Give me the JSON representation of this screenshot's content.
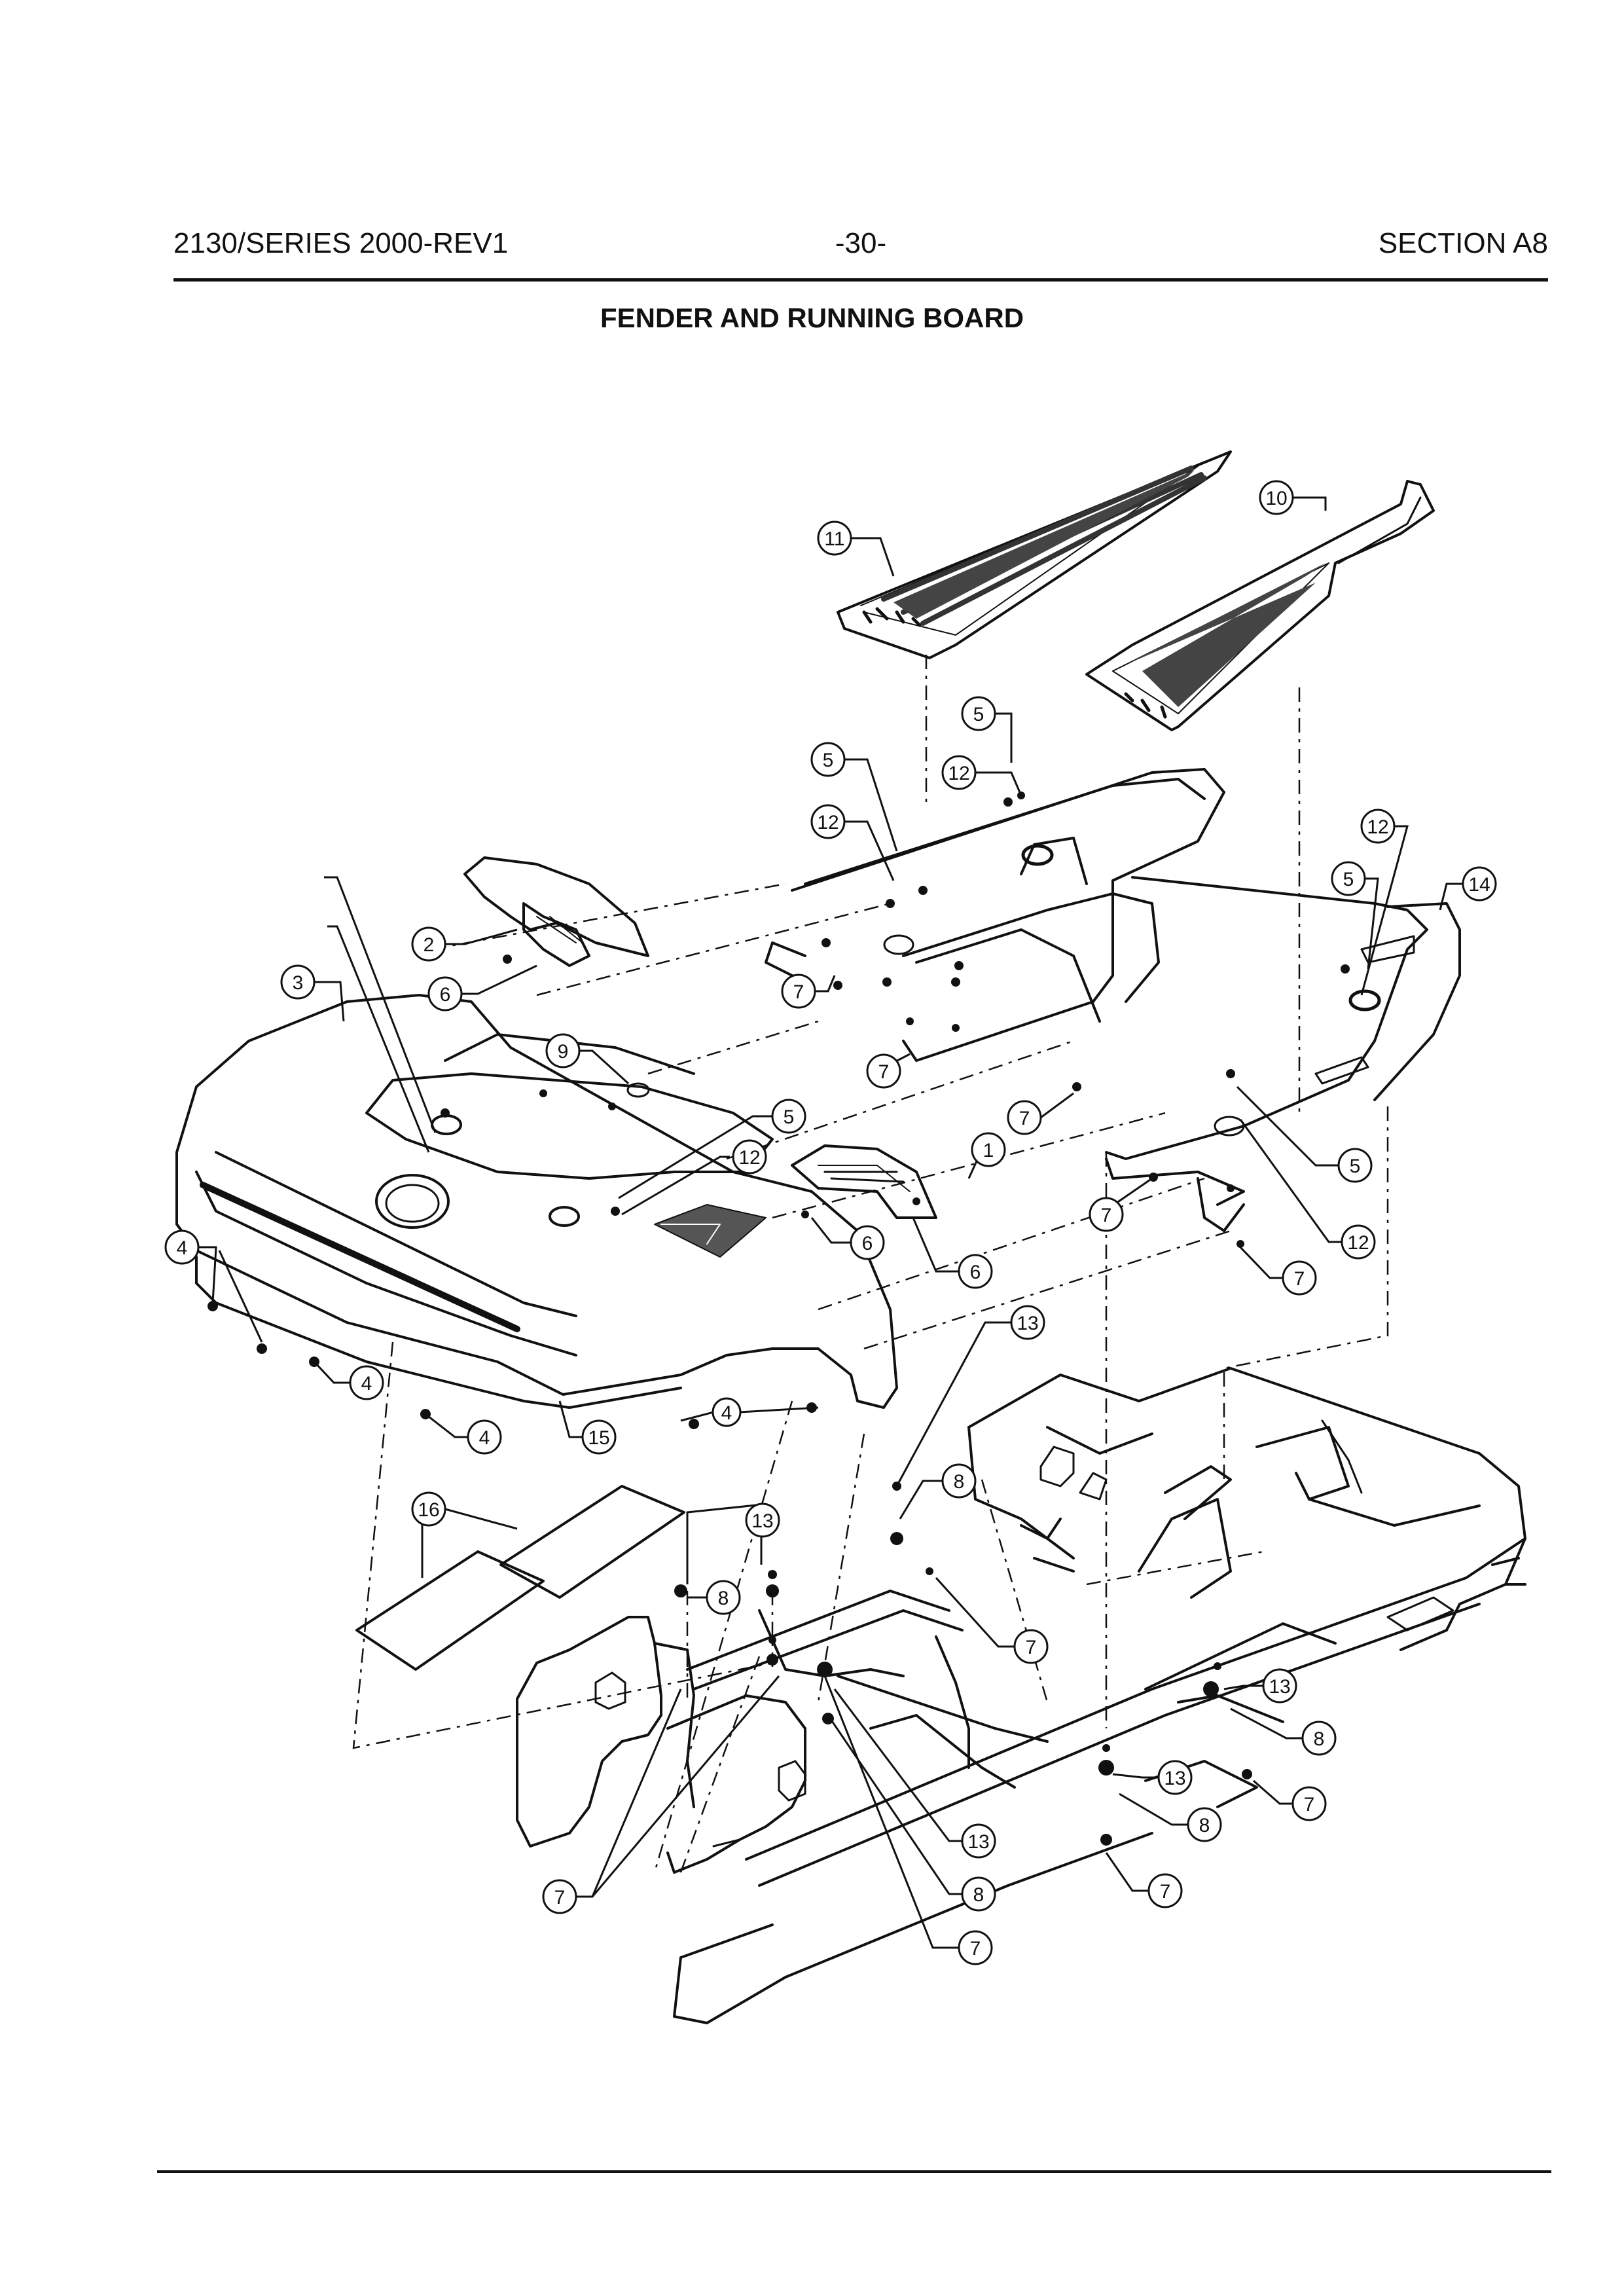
{
  "header": {
    "left": "2130/SERIES 2000-REV1",
    "center": "-30-",
    "right": "SECTION A8"
  },
  "title": "FENDER AND RUNNING BOARD",
  "callouts": [
    {
      "label": "11"
    },
    {
      "label": "10"
    },
    {
      "label": "5"
    },
    {
      "label": "12"
    },
    {
      "label": "5"
    },
    {
      "label": "12"
    },
    {
      "label": "12"
    },
    {
      "label": "5"
    },
    {
      "label": "14"
    },
    {
      "label": "5"
    },
    {
      "label": "12"
    },
    {
      "label": "2"
    },
    {
      "label": "3"
    },
    {
      "label": "6"
    },
    {
      "label": "7"
    },
    {
      "label": "7"
    },
    {
      "label": "9"
    },
    {
      "label": "5"
    },
    {
      "label": "12"
    },
    {
      "label": "7"
    },
    {
      "label": "1"
    },
    {
      "label": "5"
    },
    {
      "label": "7"
    },
    {
      "label": "12"
    },
    {
      "label": "6"
    },
    {
      "label": "6"
    },
    {
      "label": "7"
    },
    {
      "label": "4"
    },
    {
      "label": "4"
    },
    {
      "label": "4"
    },
    {
      "label": "4"
    },
    {
      "label": "15"
    },
    {
      "label": "13"
    },
    {
      "label": "8"
    },
    {
      "label": "16"
    },
    {
      "label": "13"
    },
    {
      "label": "8"
    },
    {
      "label": "7"
    },
    {
      "label": "13"
    },
    {
      "label": "8"
    },
    {
      "label": "13"
    },
    {
      "label": "7"
    },
    {
      "label": "8"
    },
    {
      "label": "7"
    },
    {
      "label": "13"
    },
    {
      "label": "8"
    },
    {
      "label": "7"
    },
    {
      "label": "7"
    }
  ]
}
